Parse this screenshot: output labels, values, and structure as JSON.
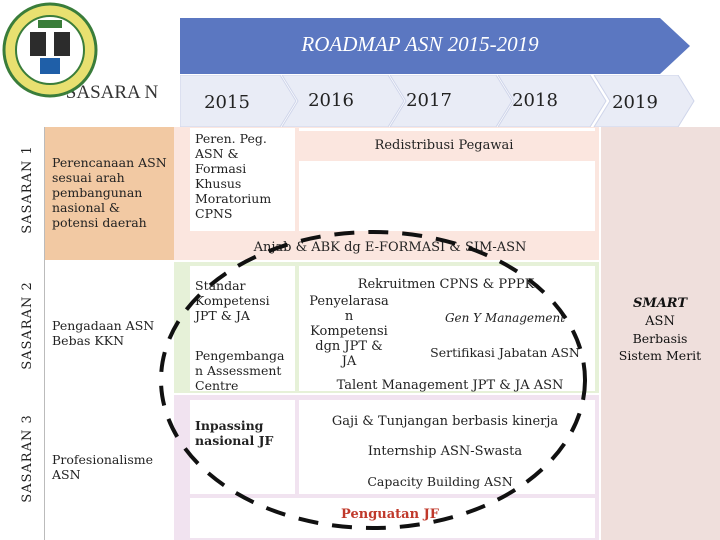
{
  "title": "ROADMAP ASN 2015-2019",
  "colors": {
    "arrow_blue": "#5b77c1",
    "arrow_light": "#e9ecf6",
    "sasaran_orange": "#f2c9a3",
    "row_pink": "#fbe6df",
    "row_green": "#e6f1d8",
    "row_lavender": "#f1e3f0",
    "right_col": "#efdfdc",
    "dashed_circle": "#000000",
    "highlight_text": "#c0392b"
  },
  "header": {
    "sasaran_heading": "SASARA N",
    "years": [
      "2015",
      "2016",
      "2017",
      "2018",
      "2019"
    ]
  },
  "rows": [
    {
      "side_label": "SASARAN 1",
      "sasaran": "Perencanaan ASN sesuai arah pembangunan nasional & potensi daerah",
      "col2015": "Peren. Peg. ASN & Formasi Khusus Moratorium CPNS",
      "redistribusi": "Redistribusi Pegawai",
      "anjab": "Anjab & ABK dg E-FORMASI & SIM-ASN"
    },
    {
      "side_label": "SASARAN 2",
      "sasaran": "Pengadaan ASN Bebas KKN",
      "standar": "Standar Kompetensi JPT & JA",
      "pengembangan": "Pengembanga n Assessment Centre",
      "rekruitmen": "Rekruitmen CPNS & PPPK",
      "penyelarasan": "Penyelarasa n Kompetensi dgn JPT & JA",
      "gen_y": "Gen Y Management",
      "sertifikasi": "Sertifikasi Jabatan ASN",
      "talent": "Talent Management JPT & JA ASN"
    },
    {
      "side_label": "SASARAN 3",
      "sasaran": "Profesionalisme ASN",
      "inpassing": "Inpassing nasional JF",
      "gaji": "Gaji & Tunjangan berbasis kinerja",
      "internship": "Internship ASN-Swasta",
      "capacity": "Capacity Building ASN",
      "penguatan": "Penguatan JF"
    }
  ],
  "smart": {
    "title_line1": "SMART",
    "title_line2": "ASN",
    "line3": "Berbasis",
    "line4": "Sistem Merit"
  },
  "icons": {
    "logo": "bkn-logo-emblem"
  }
}
